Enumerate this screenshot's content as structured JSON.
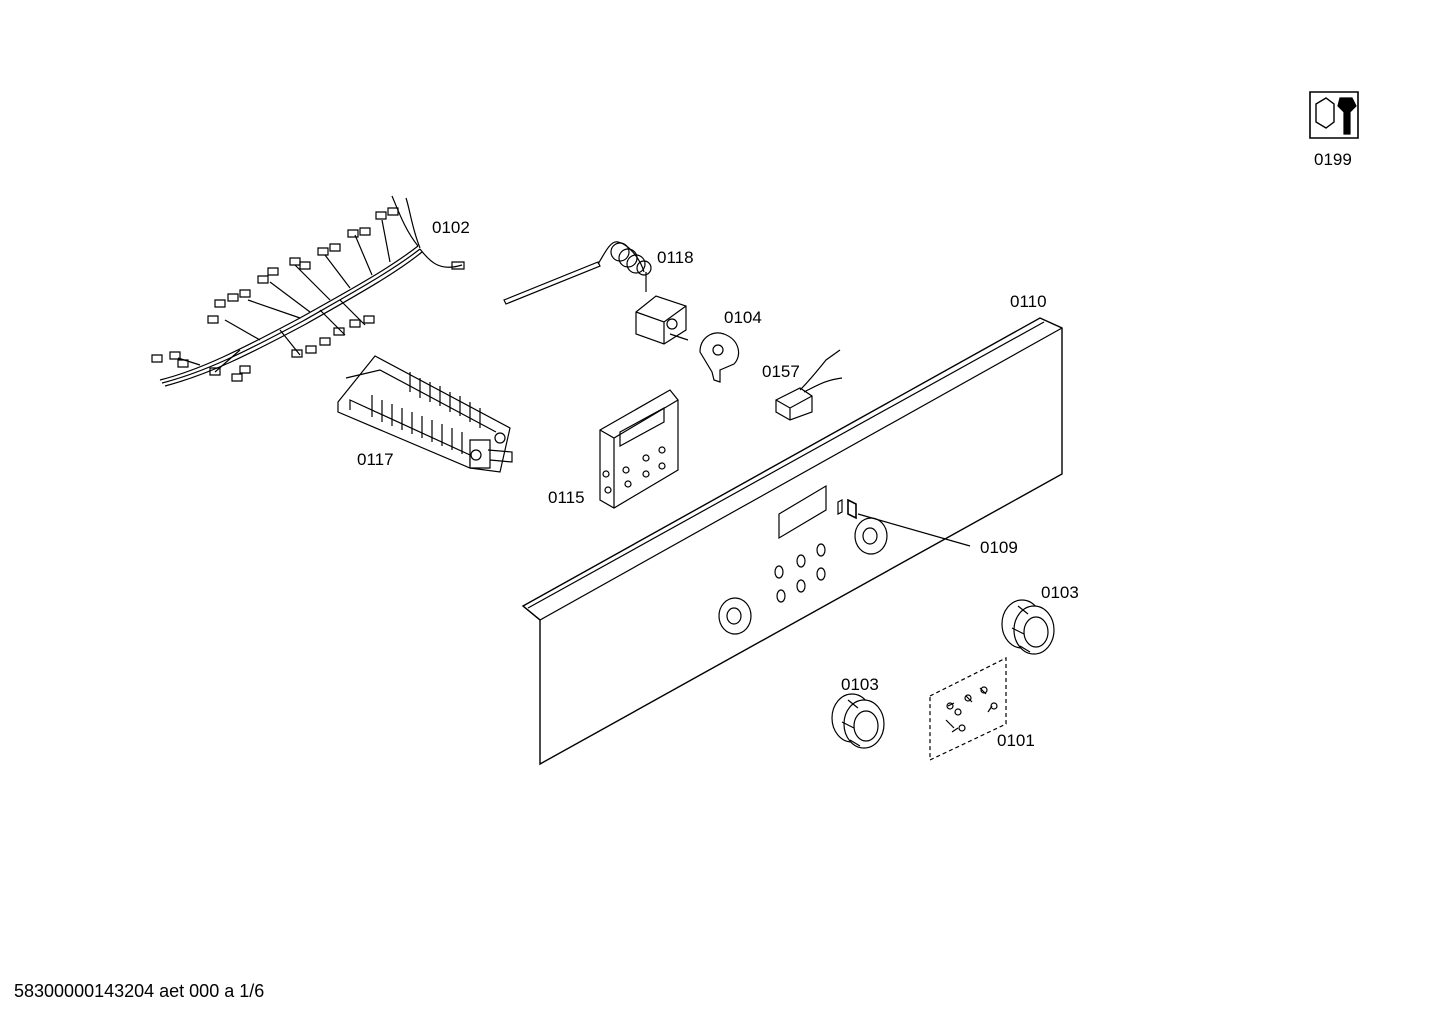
{
  "parts": {
    "p0102": "0102",
    "p0118": "0118",
    "p0104": "0104",
    "p0157": "0157",
    "p0110": "0110",
    "p0117": "0117",
    "p0115": "0115",
    "p0109": "0109",
    "p0103a": "0103",
    "p0103b": "0103",
    "p0101": "0101",
    "p0199": "0199"
  },
  "footer": {
    "drawing_id": "58300000143204 aet 000 a 1/6"
  },
  "icons": {
    "service": "wrench-nut-icon"
  }
}
